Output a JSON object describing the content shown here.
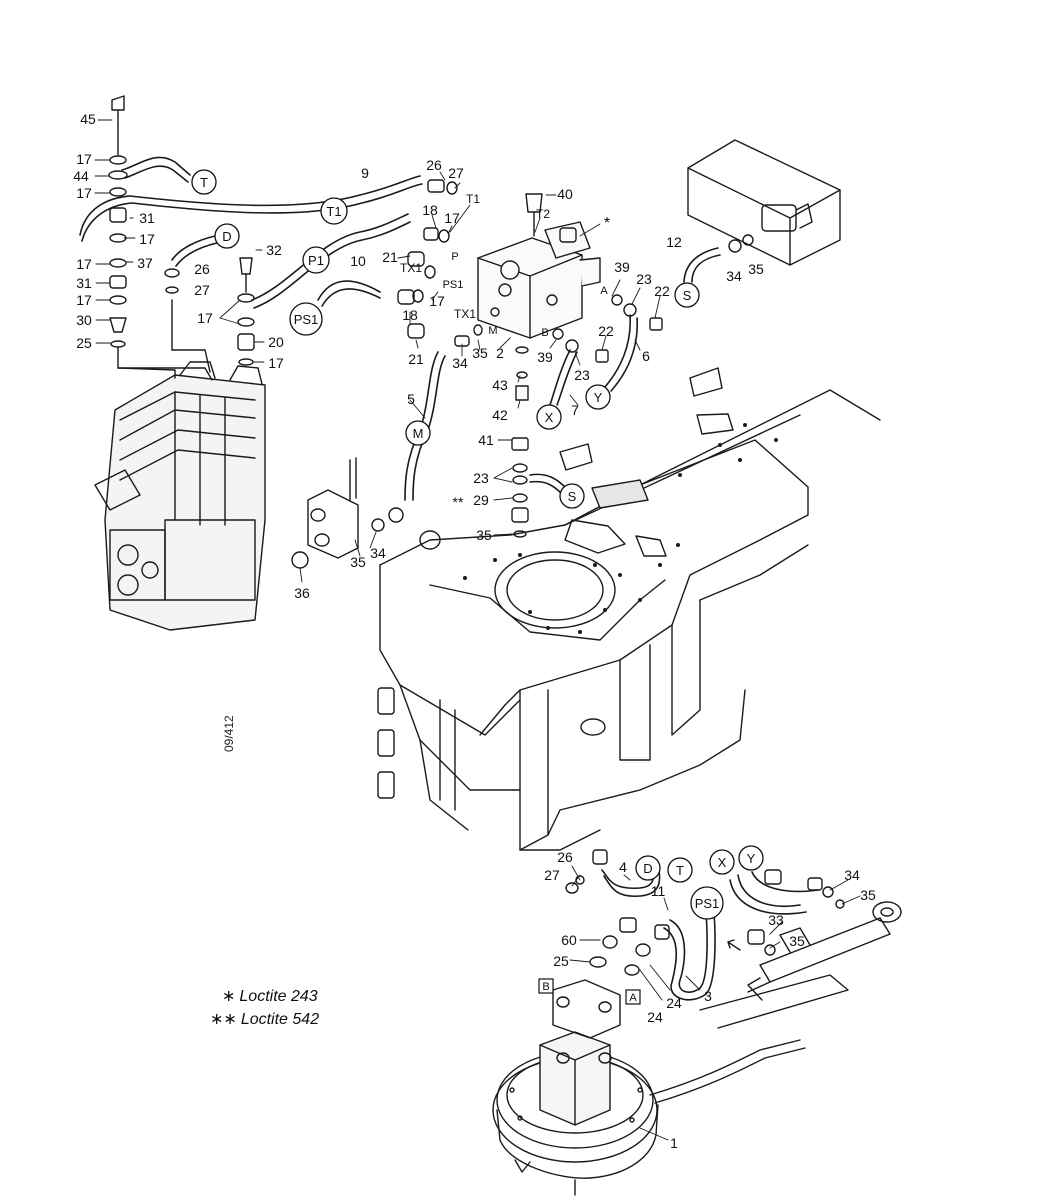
{
  "drawing": {
    "reference": "09/412",
    "notes": [
      {
        "symbol": "∗",
        "text": "Loctite 243"
      },
      {
        "symbol": "∗∗",
        "text": "Loctite 542"
      }
    ],
    "part_labels": [
      "45",
      "17",
      "44",
      "17",
      "31",
      "17",
      "37",
      "17",
      "31",
      "17",
      "30",
      "25",
      "26",
      "27",
      "32",
      "17",
      "20",
      "17",
      "9",
      "26",
      "27",
      "T1",
      "40",
      "T2",
      "*",
      "18",
      "17",
      "10",
      "21",
      "TX1",
      "P",
      "PS1",
      "17",
      "18",
      "TX1",
      "M",
      "21",
      "34",
      "35",
      "2",
      "43",
      "42",
      "39",
      "A",
      "23",
      "22",
      "12",
      "34",
      "35",
      "B",
      "39",
      "22",
      "23",
      "6",
      "7",
      "5",
      "41",
      "23",
      "**",
      "29",
      "35",
      "35",
      "34",
      "36",
      "26",
      "27",
      "4",
      "11",
      "60",
      "25",
      "24",
      "3",
      "34",
      "35",
      "33",
      "35",
      "1"
    ],
    "port_markers": {
      "circled": [
        "T",
        "D",
        "T1",
        "P1",
        "PS1",
        "S",
        "X",
        "Y",
        "M",
        "S",
        "D",
        "T",
        "PS1",
        "X",
        "Y"
      ],
      "boxed": [
        "B",
        "A"
      ]
    }
  }
}
